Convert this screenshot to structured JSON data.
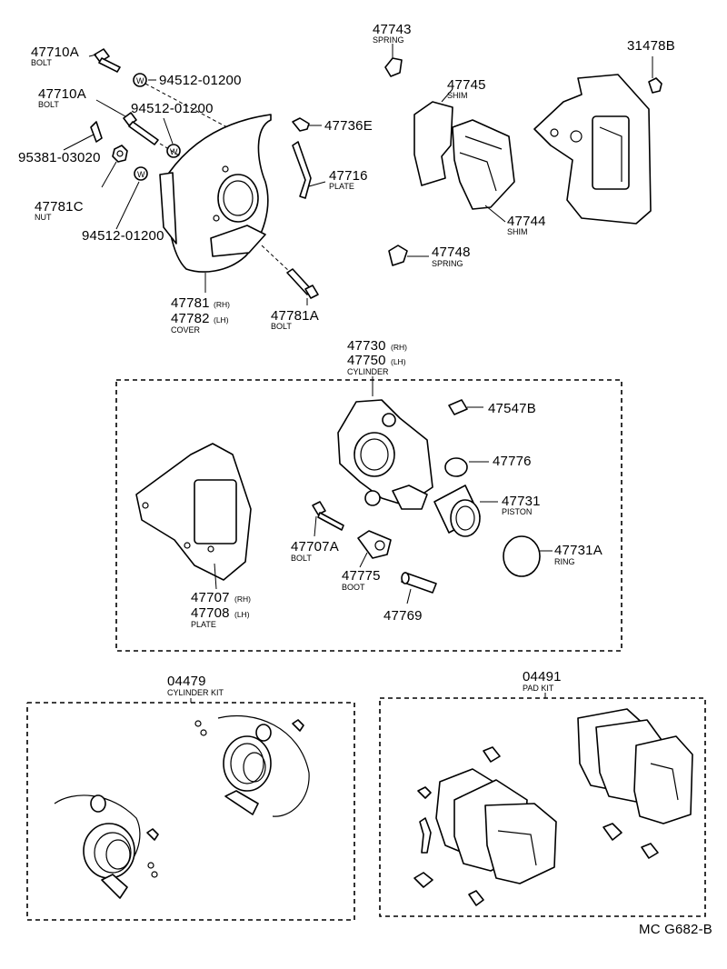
{
  "drawing_code": "MC G682-B",
  "washer_symbol": "W",
  "parts": {
    "bolt_47710A_1": {
      "number": "47710A",
      "name": "BOLT"
    },
    "washer_94512_1": {
      "number": "94512-01200"
    },
    "bolt_47710A_2": {
      "number": "47710A",
      "name": "BOLT"
    },
    "washer_94512_2": {
      "number": "94512-01200"
    },
    "pin_95381": {
      "number": "95381-03020"
    },
    "nut_47781C": {
      "number": "47781C",
      "name": "NUT"
    },
    "washer_94512_3": {
      "number": "94512-01200"
    },
    "cover": {
      "number_rh": "47781",
      "suffix_rh": "(RH)",
      "number_lh": "47782",
      "suffix_lh": "(LH)",
      "name": "COVER"
    },
    "bolt_47781A": {
      "number": "47781A",
      "name": "BOLT"
    },
    "part_47736E": {
      "number": "47736E"
    },
    "plate_47716": {
      "number": "47716",
      "name": "PLATE"
    },
    "spring_47743": {
      "number": "47743",
      "name": "SPRING"
    },
    "shim_47745": {
      "number": "47745",
      "name": "SHIM"
    },
    "shim_47744": {
      "number": "47744",
      "name": "SHIM"
    },
    "spring_47748": {
      "number": "47748",
      "name": "SPRING"
    },
    "part_31478B": {
      "number": "31478B"
    },
    "cylinder": {
      "number_rh": "47730",
      "suffix_rh": "(RH)",
      "number_lh": "47750",
      "suffix_lh": "(LH)",
      "name": "CYLINDER"
    },
    "part_47547B": {
      "number": "47547B"
    },
    "part_47776": {
      "number": "47776"
    },
    "piston": {
      "number": "47731",
      "name": "PISTON"
    },
    "ring": {
      "number": "47731A",
      "name": "RING"
    },
    "bolt_47707A": {
      "number": "47707A",
      "name": "BOLT"
    },
    "boot": {
      "number": "47775",
      "name": "BOOT"
    },
    "part_47769": {
      "number": "47769"
    },
    "plate_cyl": {
      "number_rh": "47707",
      "suffix_rh": "(RH)",
      "number_lh": "47708",
      "suffix_lh": "(LH)",
      "name": "PLATE"
    },
    "cylinder_kit": {
      "number": "04479",
      "name": "CYLINDER KIT"
    },
    "pad_kit": {
      "number": "04491",
      "name": "PAD KIT"
    }
  }
}
